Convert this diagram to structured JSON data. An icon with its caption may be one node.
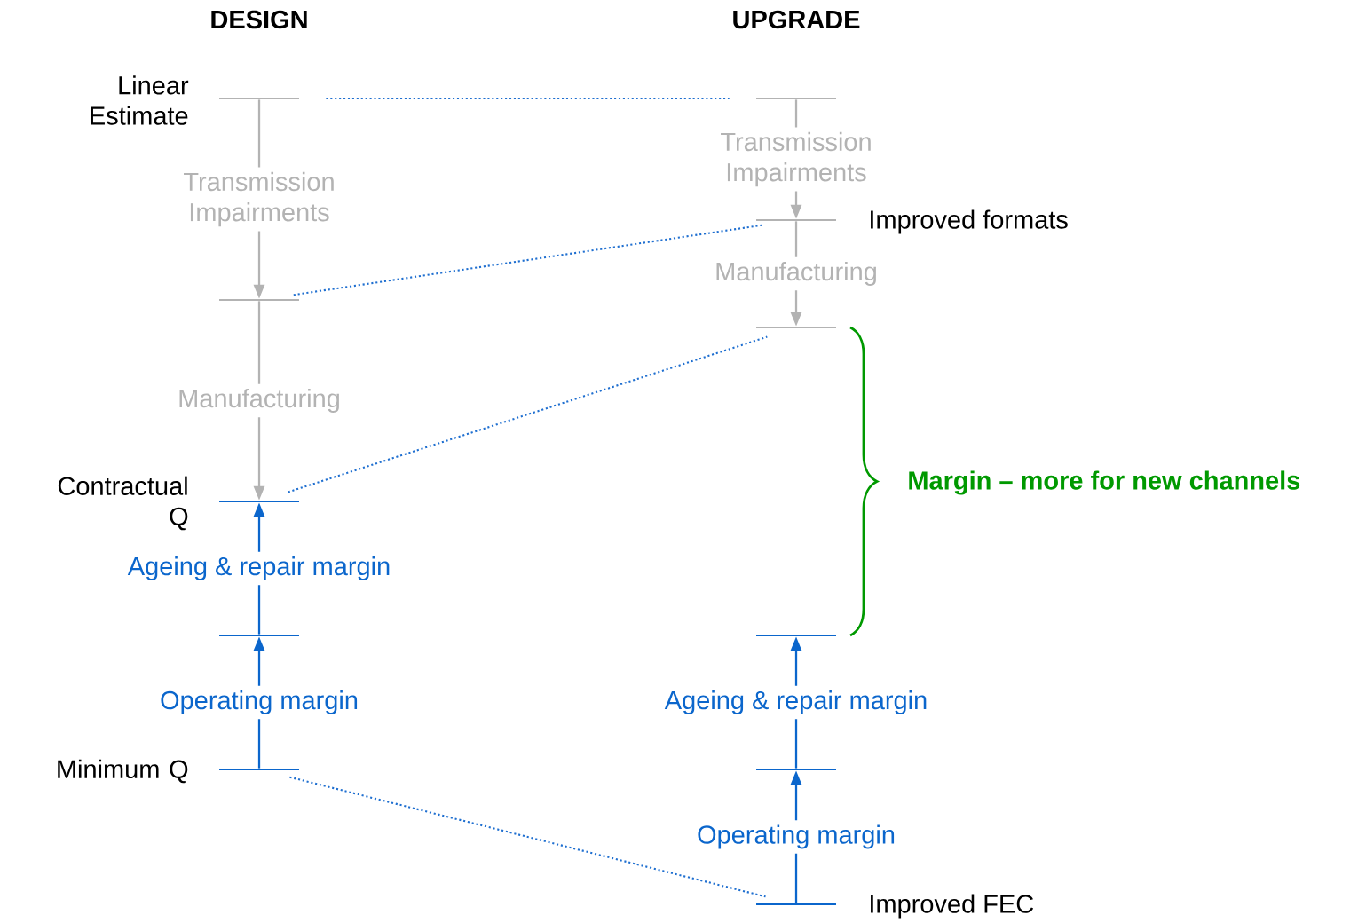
{
  "diagram": {
    "nodes": [
      {
        "text": [],
        "shape": "bar",
        "beside": [
          "Linear Estimate"
        ]
      },
      {
        "text": [],
        "shape": "bar"
      },
      {
        "text": [],
        "shape": "bar",
        "beside": [
          "Improved formats"
        ]
      },
      {
        "text": [],
        "shape": "bar"
      },
      {
        "text": [],
        "shape": "bar"
      },
      {
        "text": [],
        "shape": "bar",
        "beside": [
          "Contractual Q"
        ]
      },
      {
        "text": [],
        "shape": "bar"
      },
      {
        "text": [],
        "shape": "bar"
      },
      {
        "text": [],
        "shape": "bar",
        "beside": [
          "Minimum Q"
        ]
      },
      {
        "text": [],
        "shape": "bar"
      },
      {
        "text": [],
        "shape": "bar",
        "beside": [
          "Improved FEC"
        ]
      }
    ],
    "edges": [
      {
        "from": 0,
        "to": 3,
        "arrow": "to",
        "label": "Transmission Impairments",
        "color": "#b3b3b3"
      },
      {
        "from": 3,
        "to": 5,
        "arrow": "to",
        "label": "Manufacturing",
        "color": "#b3b3b3"
      },
      {
        "from": 6,
        "to": 5,
        "arrow": "to",
        "label": "Ageing & repair margin",
        "color": "#0b66cc"
      },
      {
        "from": 8,
        "to": 6,
        "arrow": "to",
        "label": "Operating margin",
        "color": "#0b66cc"
      },
      {
        "from": 1,
        "to": 2,
        "arrow": "to",
        "label": "Transmission Impairments",
        "color": "#b3b3b3"
      },
      {
        "from": 2,
        "to": 4,
        "arrow": "to",
        "label": "Manufacturing",
        "color": "#b3b3b3"
      },
      {
        "from": 9,
        "to": 7,
        "arrow": "to",
        "label": "Ageing & repair margin",
        "color": "#0b66cc"
      },
      {
        "from": 10,
        "to": 9,
        "arrow": "to",
        "label": "Operating margin",
        "color": "#0b66cc"
      },
      {
        "from": 0,
        "to": 1,
        "arrow": "none",
        "style": "dashed",
        "color": "#1f6fd0"
      },
      {
        "from": 3,
        "to": 2,
        "arrow": "none",
        "style": "dashed",
        "color": "#1f6fd0"
      },
      {
        "from": 5,
        "to": 4,
        "arrow": "none",
        "style": "dashed",
        "color": "#1f6fd0"
      },
      {
        "from": 8,
        "to": 10,
        "arrow": "none",
        "style": "dashed",
        "color": "#1f6fd0"
      }
    ],
    "labels": [
      "DESIGN",
      "UPGRADE",
      "Margin – more for new channels"
    ]
  }
}
